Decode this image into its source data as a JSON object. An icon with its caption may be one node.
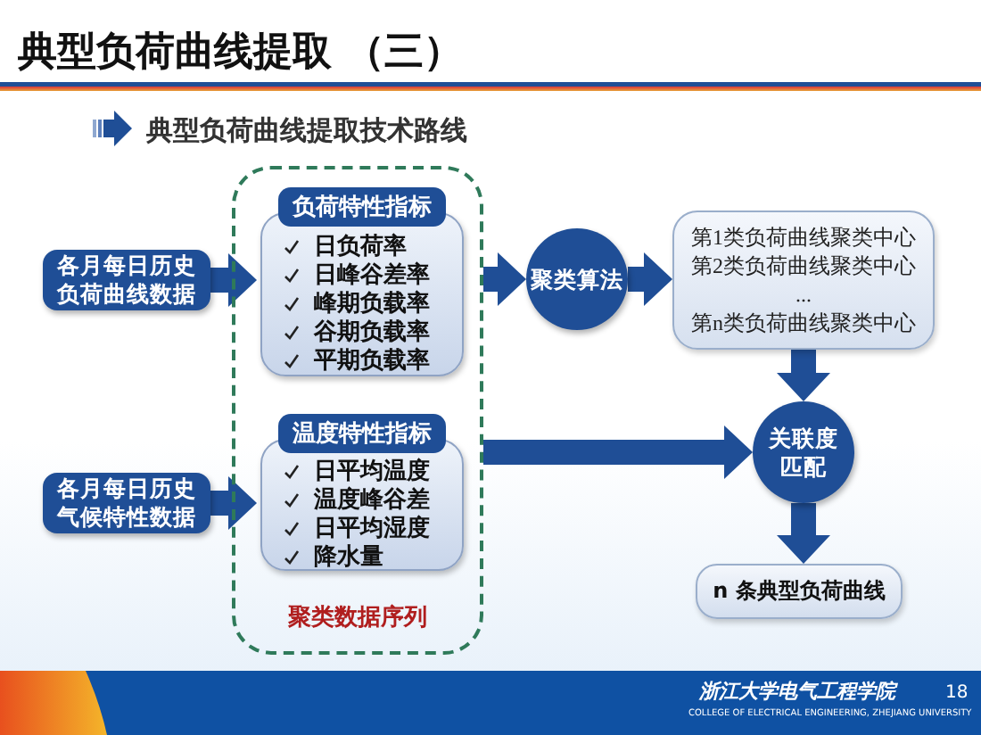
{
  "diagram": {
    "title": "典型负荷曲线提取 （三）",
    "nodes": [
      {
        "text": [
          "聚类数据序列"
        ]
      },
      {
        "text": [
          "负荷特性指标",
          "日负荷率",
          "日峰谷差率",
          "峰期负载率",
          "谷期负载率",
          "平期负载率"
        ],
        "in": 0
      },
      {
        "text": [
          "温度特性指标",
          "日平均温度",
          "温度峰谷差",
          "日平均湿度",
          "降水量"
        ],
        "in": 0
      },
      {
        "text": [
          "各月每日历史负荷曲线数据"
        ]
      },
      {
        "text": [
          "各月每日历史气候特性数据"
        ]
      },
      {
        "text": [
          "聚类算法"
        ]
      },
      {
        "text": [
          "第1类负荷曲线聚类中心",
          "第2类负荷曲线聚类中心",
          "...",
          "第n类负荷曲线聚类中心"
        ]
      },
      {
        "text": [
          "关联度匹配"
        ]
      },
      {
        "text": [
          "n 条典型负荷曲线"
        ]
      }
    ],
    "edges": [
      {
        "from": 3,
        "to": 1,
        "arrow": "to"
      },
      {
        "from": 4,
        "to": 2,
        "arrow": "to"
      },
      {
        "from": 0,
        "to": 5,
        "arrow": "to"
      },
      {
        "from": 5,
        "to": 6,
        "arrow": "to"
      },
      {
        "from": 0,
        "to": 7,
        "arrow": "to"
      },
      {
        "from": 6,
        "to": 7,
        "arrow": "to"
      },
      {
        "from": 7,
        "to": 8,
        "arrow": "to"
      }
    ],
    "labels": [
      "典型负荷曲线提取技术路线",
      "浙江大学电气工程学院",
      "COLLEGE OF ELECTRICAL ENGINEERING, ZHEJIANG UNIVERSITY",
      "18"
    ]
  }
}
